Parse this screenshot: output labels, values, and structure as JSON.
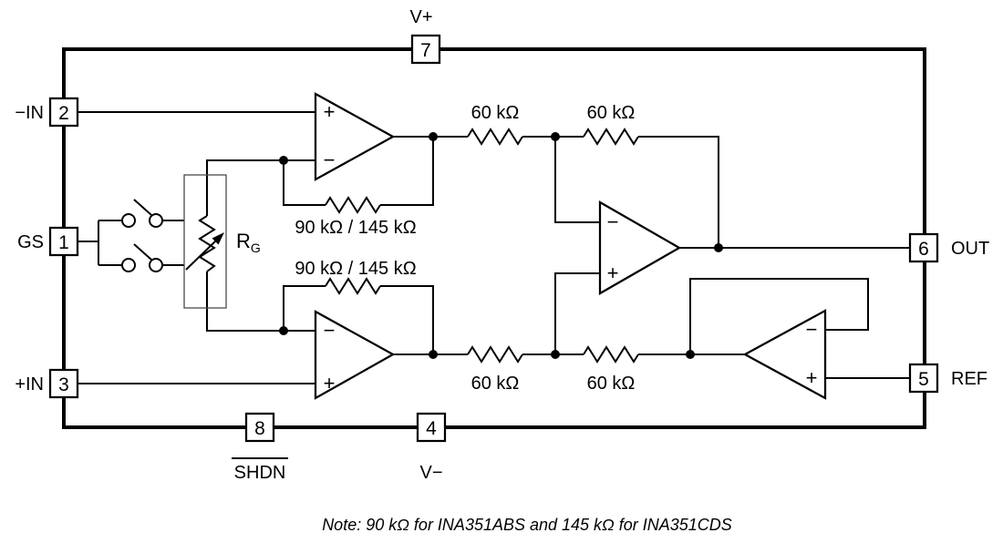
{
  "figure": {
    "note": "Note: 90 kΩ for INA351ABS and 145 kΩ for INA351CDS"
  },
  "pins": {
    "p1": {
      "num": "1",
      "label": "GS"
    },
    "p2": {
      "num": "2",
      "label": "−IN"
    },
    "p3": {
      "num": "3",
      "label": "+IN"
    },
    "p4": {
      "num": "4",
      "label": "V−"
    },
    "p5": {
      "num": "5",
      "label": "REF"
    },
    "p6": {
      "num": "6",
      "label": "OUT"
    },
    "p7": {
      "num": "7",
      "label": "V+"
    },
    "p8": {
      "num": "8",
      "label": "SHDN"
    }
  },
  "resistors": {
    "r_top1": "60 kΩ",
    "r_top2": "60 kΩ",
    "r_bot1": "60 kΩ",
    "r_bot2": "60 kΩ",
    "rf_top": "90 kΩ / 145 kΩ",
    "rf_bot": "90 kΩ / 145 kΩ",
    "rg_main": "R",
    "rg_sub": "G"
  },
  "opamp_signs": {
    "plus": "+",
    "minus": "−"
  },
  "colors": {
    "line": "#000000",
    "background": "#ffffff"
  }
}
